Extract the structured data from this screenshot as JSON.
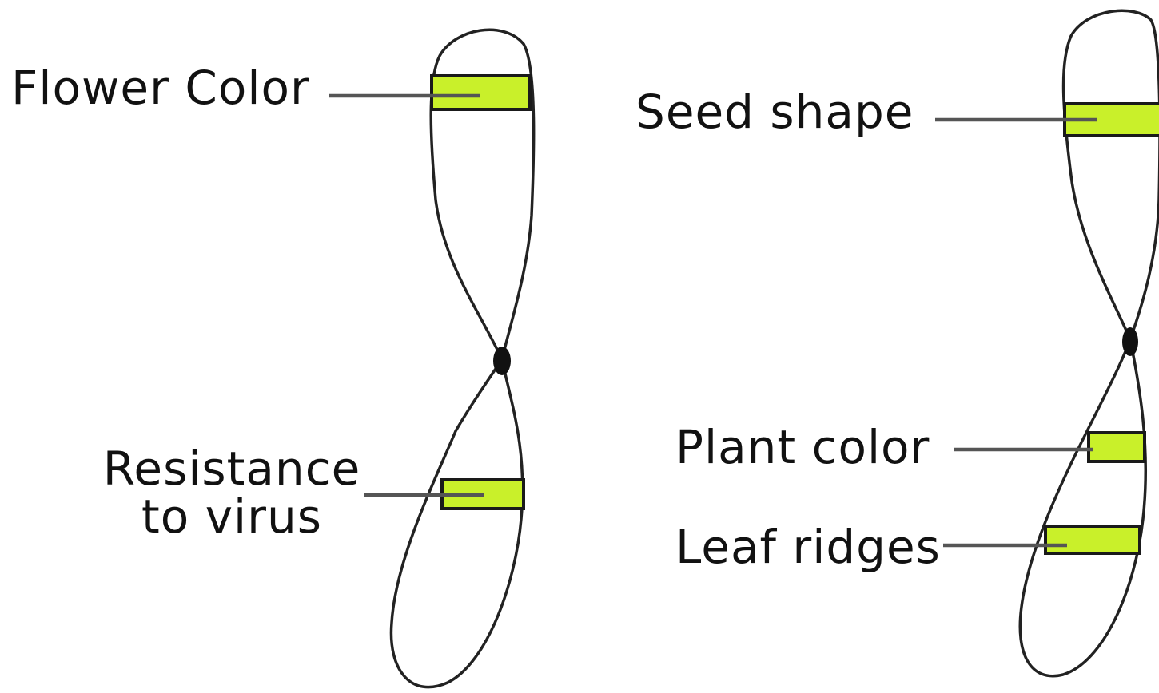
{
  "colors": {
    "gene_band": "#c9f02a",
    "outline": "#222222",
    "leader": "#555555"
  },
  "chromosomes": [
    {
      "id": "left",
      "genes": [
        {
          "label_lines": [
            "Flower Color"
          ]
        },
        {
          "label_lines": [
            "Resistance",
            "to virus"
          ]
        }
      ]
    },
    {
      "id": "right",
      "genes": [
        {
          "label_lines": [
            "Seed shape"
          ]
        },
        {
          "label_lines": [
            "Plant color"
          ]
        },
        {
          "label_lines": [
            "Leaf ridges"
          ]
        }
      ]
    }
  ]
}
